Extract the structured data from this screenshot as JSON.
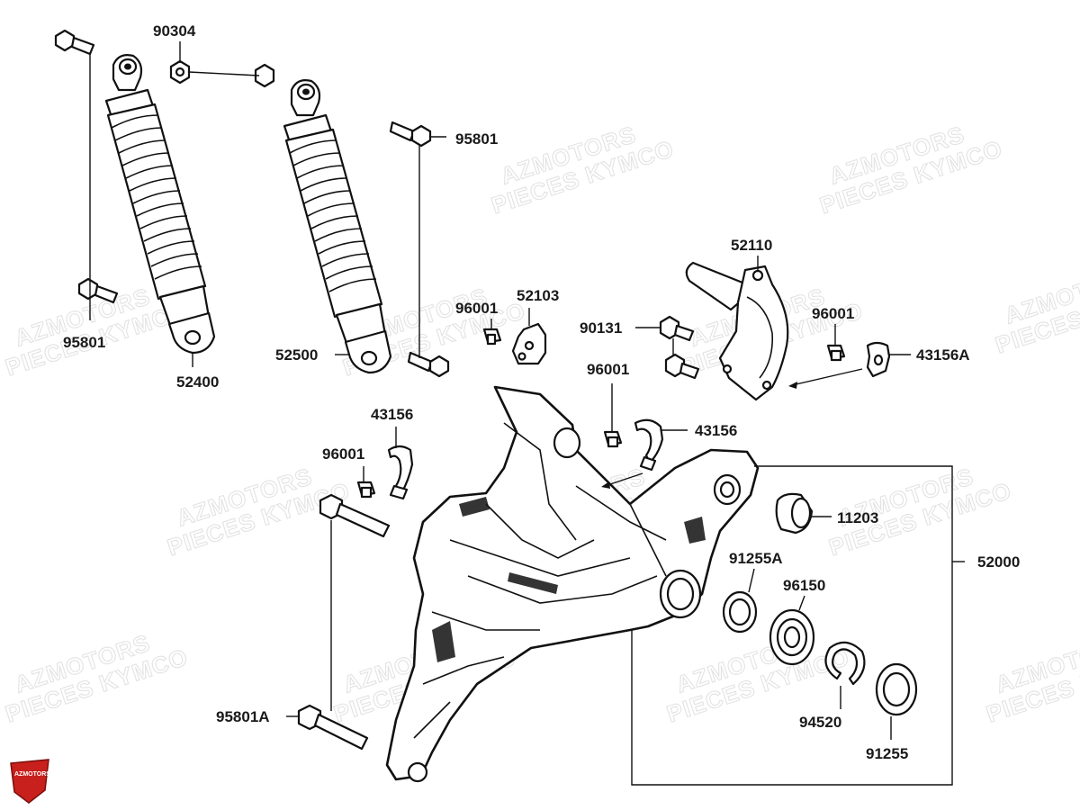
{
  "watermark": {
    "line1": "AZMOTORS",
    "line2": "PIECES KYMCO"
  },
  "logo": {
    "text": "AZMOTORS",
    "color": "#c8201c"
  },
  "parts": {
    "p90304": "90304",
    "p95801_top": "95801",
    "p95801_left": "95801",
    "p52400": "52400",
    "p52500": "52500",
    "p96001_a": "96001",
    "p52103": "52103",
    "p90131": "90131",
    "p52110": "52110",
    "p96001_b": "96001",
    "p43156A": "43156A",
    "p96001_c": "96001",
    "p43156_a": "43156",
    "p43156_b": "43156",
    "p96001_d": "96001",
    "p11203": "11203",
    "p52000": "52000",
    "p91255A": "91255A",
    "p96150": "96150",
    "p94520": "94520",
    "p91255": "91255",
    "p95801A": "95801A"
  }
}
